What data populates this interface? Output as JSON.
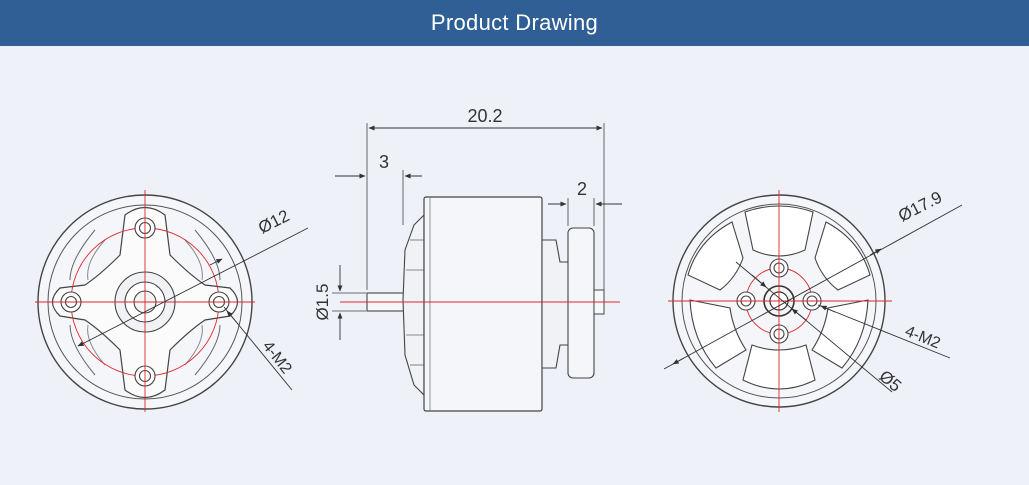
{
  "header": {
    "title": "Product Drawing"
  },
  "front_view": {
    "diameter": "Ø12",
    "threads": "4-M2"
  },
  "side_view": {
    "length": "20.2",
    "offset": "3",
    "cap": "2",
    "shaft": "Ø1.5"
  },
  "back_view": {
    "diameter": "Ø17.9",
    "threads": "4-M2",
    "hole": "Ø5"
  },
  "colors": {
    "header": "#2f5f94",
    "background": "#eef2f8",
    "centerline": "#e0262c",
    "ink": "#3a3a3a"
  }
}
